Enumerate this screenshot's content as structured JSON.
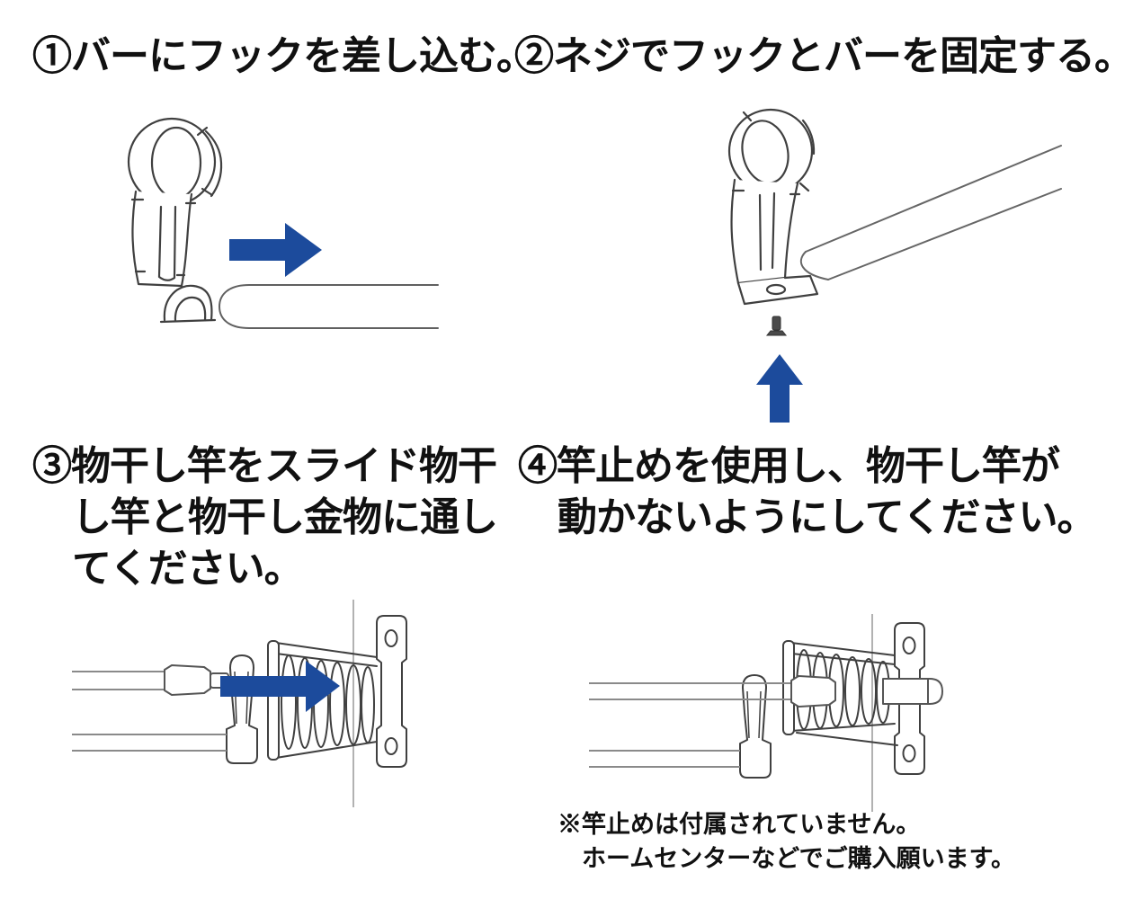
{
  "colors": {
    "background": "#ffffff",
    "text": "#111111",
    "arrow_blue": "#1c4b9c",
    "line_dark": "#404040",
    "line_light": "#999999"
  },
  "steps": {
    "step1": {
      "title": "①バーにフックを差し込む。",
      "illustration": "hook-with-right-arrow-and-bar"
    },
    "step2": {
      "title": "②ネジでフックとバーを固定する。",
      "illustration": "hook-on-bar-with-screw-and-up-arrow"
    },
    "step3": {
      "title_lines": [
        "③物干し竿をスライド物干",
        "し竿と物干し金物に通し",
        "てください。"
      ],
      "illustration": "pole-sliding-through-hook-into-wall-bracket-with-right-arrow"
    },
    "step4": {
      "title_lines": [
        "④竿止めを使用し、物干し竿が",
        "動かないようにしてください。"
      ],
      "illustration": "pole-inserted-through-bracket-with-pole-stopper"
    }
  },
  "note": {
    "lines": [
      "※竿止めは付属されていません。",
      "ホームセンターなどでご購入願います。"
    ]
  },
  "icons": {
    "step1_arrow": "right-arrow-icon",
    "step2_arrow": "up-arrow-icon",
    "step2_screw": "screw-icon",
    "step3_arrow": "right-arrow-icon"
  }
}
